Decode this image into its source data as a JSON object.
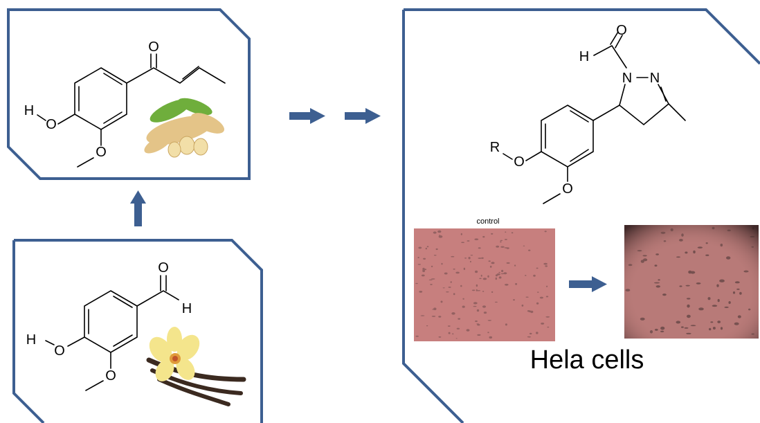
{
  "colors": {
    "frame": "#3d5f91",
    "arrow": "#3d5f91",
    "cell_control": "#c77f7e",
    "cell_treated": "#b87a78",
    "ginger": "#e4c488",
    "leaf": "#6fae3c",
    "vanilla_flower": "#f4e58c",
    "vanilla_pod": "#3b2a20"
  },
  "molecules": {
    "ginger_compound": {
      "atoms": [
        "O",
        "H",
        "O",
        "O"
      ],
      "illustration_icon": "ginger-root-icon"
    },
    "vanillin": {
      "atoms": [
        "O",
        "H",
        "H",
        "O",
        "O"
      ],
      "illustration_icon": "vanilla-flower-icon"
    },
    "product": {
      "atoms": [
        "O",
        "H",
        "N",
        "N",
        "R",
        "O",
        "O"
      ]
    }
  },
  "cells": {
    "control_label": "control",
    "caption": "Hela cells"
  }
}
